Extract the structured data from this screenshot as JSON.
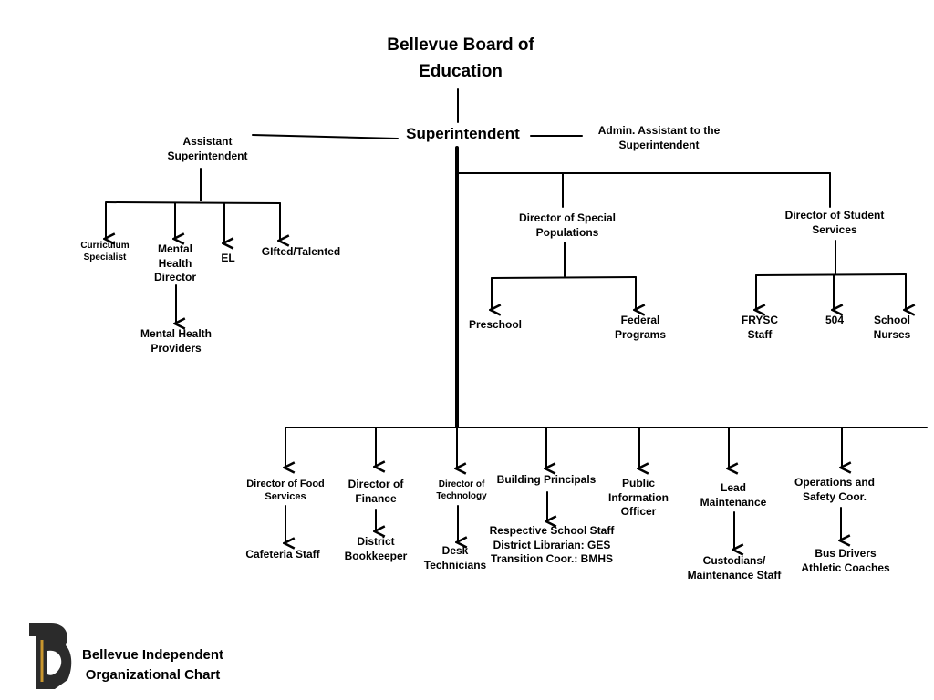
{
  "title": "Bellevue Board of\nEducation",
  "superintendent": "Superintendent",
  "assistant_superintendent": "Assistant\nSuperintendent",
  "admin_assistant": "Admin. Assistant to the\nSuperintendent",
  "assistant_branch": {
    "curriculum_specialist": "Curriculum\nSpecialist",
    "mental_health_director": "Mental\nHealth\nDirector",
    "el": "EL",
    "gifted_talented": "GIfted/Talented",
    "mental_health_providers": "Mental Health\nProviders"
  },
  "special_populations": {
    "director": "Director of Special\nPopulations",
    "preschool": "Preschool",
    "federal_programs": "Federal\nPrograms"
  },
  "student_services": {
    "director": "Director of Student\nServices",
    "frysc_staff": "FRYSC\nStaff",
    "section_504": "504",
    "school_nurses": "School\nNurses"
  },
  "bottom_row": {
    "food_services": "Director of Food\nServices",
    "cafeteria_staff": "Cafeteria Staff",
    "finance": "Director of\nFinance",
    "district_bookkeeper": "District\nBookkeeper",
    "technology": "Director of\nTechnology",
    "desk_technicians": "Desk\nTechnicians",
    "building_principals": "Building Principals",
    "principal_staff": "Respective School Staff\nDistrict Librarian: GES\nTransition Coor.: BMHS",
    "public_information_officer": "Public\nInformation\nOfficer",
    "lead_maintenance": "Lead\nMaintenance",
    "custodians": "Custodians/\nMaintenance Staff",
    "operations_safety": "Operations and\nSafety Coor.",
    "bus_athletic": "Bus Drivers\nAthletic Coaches"
  },
  "footer": {
    "line1": "Bellevue Independent",
    "line2": "Organizational Chart"
  },
  "colors": {
    "lines": "#000000",
    "logo_dark": "#2b2b2b",
    "logo_accent": "#c8962e"
  }
}
